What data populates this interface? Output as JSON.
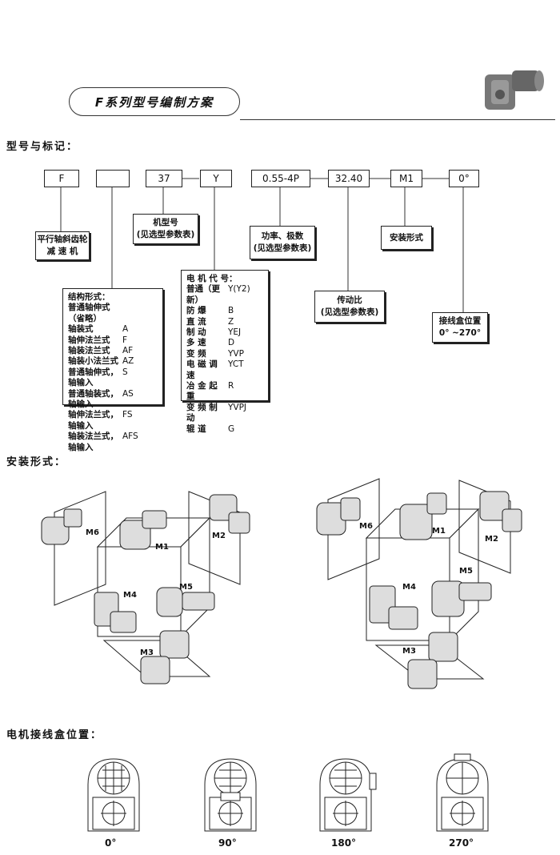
{
  "title": "F系列型号编制方案",
  "sections": {
    "model_marking": "型号与标记：",
    "mounting": "安装形式：",
    "terminal_box": "电机接线盒位置："
  },
  "code_boxes": [
    "F",
    "",
    "37",
    "Y",
    "0.55-4P",
    "32.40",
    "M1",
    "0°"
  ],
  "labels": {
    "reducer": [
      "平行轴斜齿轮",
      "减  速  机"
    ],
    "frame": [
      "机型号",
      "(见选型参数表)"
    ],
    "power": [
      "功率、极数",
      "(见选型参数表)"
    ],
    "ratio": [
      "传动比",
      "(见选型参数表)"
    ],
    "mount": "安装形式",
    "box_pos": [
      "接线盒位置",
      "0° ~270°"
    ]
  },
  "structure": {
    "title": "结构形式：",
    "rows": [
      {
        "name": "普通轴伸式（省略）",
        "code": ""
      },
      {
        "name": "轴装式",
        "code": "A"
      },
      {
        "name": "轴伸法兰式",
        "code": "F"
      },
      {
        "name": "轴装法兰式",
        "code": "AF"
      },
      {
        "name": "轴装小法兰式",
        "code": "AZ"
      },
      {
        "name": "普通轴伸式，轴输入",
        "code": "S"
      },
      {
        "name": "普通轴装式，轴输入",
        "code": "AS"
      },
      {
        "name": "轴伸法兰式，轴输入",
        "code": "FS"
      },
      {
        "name": "轴装法兰式，轴输入",
        "code": "AFS"
      }
    ]
  },
  "motor_code": {
    "title": "电 机 代 号：",
    "rows": [
      {
        "name": "普通（更新）",
        "code": "Y(Y2)"
      },
      {
        "name": "防        爆",
        "code": "B"
      },
      {
        "name": "直        流",
        "code": "Z"
      },
      {
        "name": "制        动",
        "code": "YEJ"
      },
      {
        "name": "多        速",
        "code": "D"
      },
      {
        "name": "变        频",
        "code": "YVP"
      },
      {
        "name": "电 磁 调 速",
        "code": "YCT"
      },
      {
        "name": "冶 金 起 重",
        "code": "R"
      },
      {
        "name": "变 频 制 动",
        "code": "YVPJ"
      },
      {
        "name": "辊        道",
        "code": "G"
      }
    ]
  },
  "mount_positions": [
    "M1",
    "M2",
    "M3",
    "M4",
    "M5",
    "M6"
  ],
  "box_angles": [
    "0°",
    "90°",
    "180°",
    "270°"
  ]
}
